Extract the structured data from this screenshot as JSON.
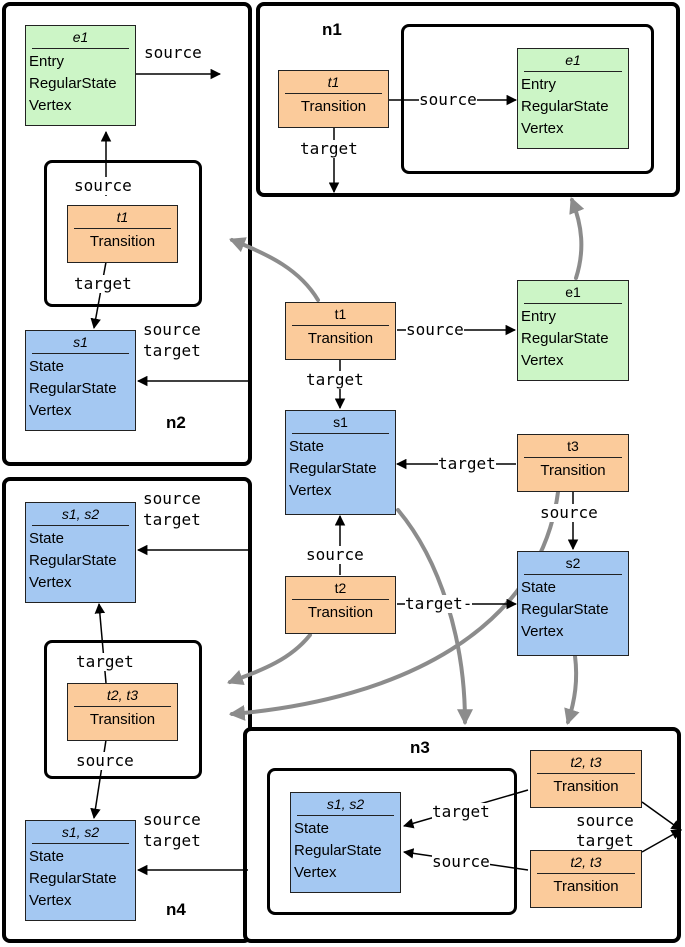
{
  "frames": {
    "n1": "n1",
    "n2": "n2",
    "n3": "n3",
    "n4": "n4"
  },
  "labels": {
    "source": "source",
    "target": "target",
    "target_dash": "target-"
  },
  "nodes": {
    "n2_e1": {
      "header": "e1",
      "lines": [
        "Entry",
        "RegularState",
        "Vertex"
      ]
    },
    "n2_t1": {
      "header": "t1",
      "lines": [
        "Transition"
      ]
    },
    "n2_s1": {
      "header": "s1",
      "lines": [
        "State",
        "RegularState",
        "Vertex"
      ]
    },
    "n1_t1": {
      "header": "t1",
      "lines": [
        "Transition"
      ]
    },
    "n1_e1": {
      "header": "e1",
      "lines": [
        "Entry",
        "RegularState",
        "Vertex"
      ]
    },
    "c_t1": {
      "header": "t1",
      "lines": [
        "Transition"
      ]
    },
    "c_e1": {
      "header": "e1",
      "lines": [
        "Entry",
        "RegularState",
        "Vertex"
      ]
    },
    "c_s1": {
      "header": "s1",
      "lines": [
        "State",
        "RegularState",
        "Vertex"
      ]
    },
    "c_t3": {
      "header": "t3",
      "lines": [
        "Transition"
      ]
    },
    "c_t2": {
      "header": "t2",
      "lines": [
        "Transition"
      ]
    },
    "c_s2": {
      "header": "s2",
      "lines": [
        "State",
        "RegularState",
        "Vertex"
      ]
    },
    "n4_s12_top": {
      "header": "s1, s2",
      "lines": [
        "State",
        "RegularState",
        "Vertex"
      ]
    },
    "n4_t23": {
      "header": "t2, t3",
      "lines": [
        "Transition"
      ]
    },
    "n4_s12_bot": {
      "header": "s1, s2",
      "lines": [
        "State",
        "RegularState",
        "Vertex"
      ]
    },
    "n3_t23_top": {
      "header": "t2, t3",
      "lines": [
        "Transition"
      ]
    },
    "n3_t23_bot": {
      "header": "t2, t3",
      "lines": [
        "Transition"
      ]
    },
    "n3_s12": {
      "header": "s1, s2",
      "lines": [
        "State",
        "RegularState",
        "Vertex"
      ]
    }
  },
  "colors": {
    "entry": "#ccf5c6",
    "state": "#a4c8f2",
    "transition": "#fbcb9b",
    "mapping_arrow": "#8c8c8c",
    "edge": "#000000"
  }
}
